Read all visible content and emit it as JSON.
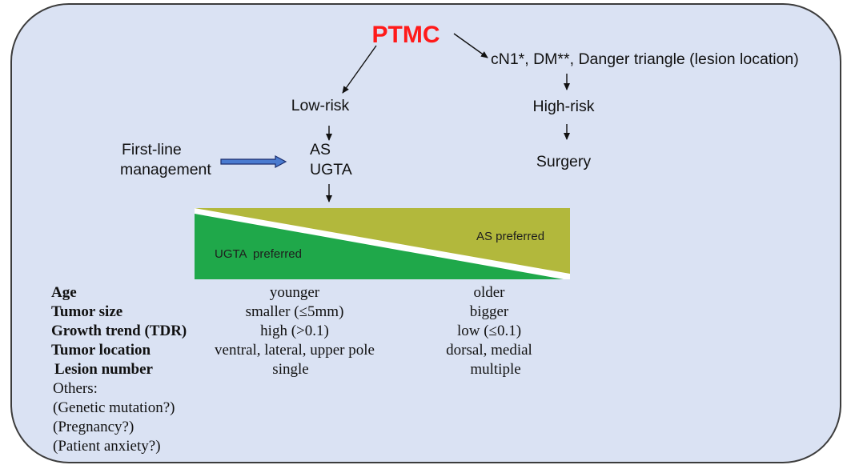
{
  "title": "PTMC",
  "low_risk_branch": {
    "risk_label": "Low-risk",
    "management": [
      "AS",
      "UGTA"
    ],
    "first_line": [
      "First-line",
      "management"
    ]
  },
  "high_risk_branch": {
    "criteria": "cN1*, DM**, Danger triangle (lesion location)",
    "risk_label": "High-risk",
    "treatment": "Surgery"
  },
  "preference_scale": {
    "left_label": "UGTA  preferred",
    "right_label": "AS preferred"
  },
  "factors": [
    {
      "name": "Age",
      "ugta": "younger",
      "as": "older"
    },
    {
      "name": "Tumor size",
      "ugta": "smaller (≤5mm)",
      "as": "bigger"
    },
    {
      "name": "Growth trend (TDR)",
      "ugta": "high (>0.1)",
      "as": "low (≤0.1)"
    },
    {
      "name": "Tumor location",
      "ugta": "ventral, lateral, upper pole",
      "as": "dorsal, medial"
    },
    {
      "name": "Lesion number",
      "ugta": "single",
      "as": "multiple"
    }
  ],
  "others": {
    "label": "Others:",
    "items": [
      "(Genetic mutation?)",
      "(Pregnancy?)",
      "(Patient anxiety?)"
    ]
  },
  "colors": {
    "panel": "#dae2f3",
    "title": "#ff1a1a",
    "ugta_region": "#1fa84a",
    "as_region": "#b2b83c",
    "first_line_arrow": "#4a7bd0"
  }
}
